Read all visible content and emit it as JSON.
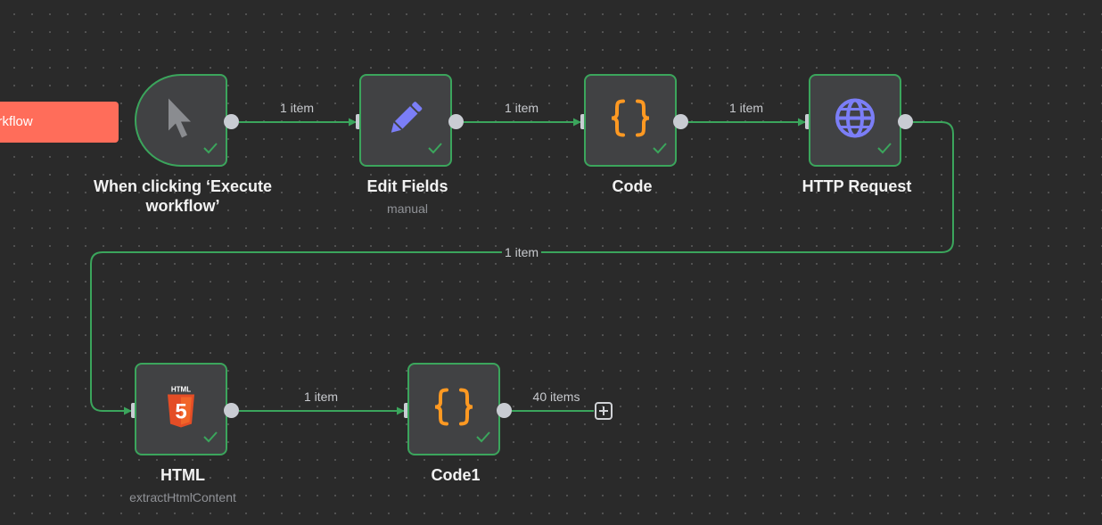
{
  "toolbar": {
    "execute_label": "Execute workflow"
  },
  "colors": {
    "canvas": "#2a2a2a",
    "node_fill": "#414244",
    "success_green": "#3ba55c",
    "execute_button": "#ff6d5a",
    "code_icon": "#ff9922",
    "edit_icon": "#7b7ef7",
    "http_icon": "#7b7ef7",
    "html_icon": "#e44d26"
  },
  "nodes": [
    {
      "id": "trigger",
      "title": "When clicking ‘Execute workflow’",
      "subtitle": "",
      "icon": "mouse-pointer-icon",
      "status": "success"
    },
    {
      "id": "edit-fields",
      "title": "Edit Fields",
      "subtitle": "manual",
      "icon": "pencil-icon",
      "status": "success"
    },
    {
      "id": "code",
      "title": "Code",
      "subtitle": "",
      "icon": "code-braces-icon",
      "status": "success"
    },
    {
      "id": "http-request",
      "title": "HTTP Request",
      "subtitle": "",
      "icon": "globe-icon",
      "status": "success"
    },
    {
      "id": "html",
      "title": "HTML",
      "subtitle": "extractHtmlContent",
      "icon": "html5-icon",
      "status": "success"
    },
    {
      "id": "code1",
      "title": "Code1",
      "subtitle": "",
      "icon": "code-braces-icon",
      "status": "success"
    }
  ],
  "connections": [
    {
      "from": "trigger",
      "to": "edit-fields",
      "label": "1 item"
    },
    {
      "from": "edit-fields",
      "to": "code",
      "label": "1 item"
    },
    {
      "from": "code",
      "to": "http-request",
      "label": "1 item"
    },
    {
      "from": "http-request",
      "to": "html",
      "label": "1 item"
    },
    {
      "from": "html",
      "to": "code1",
      "label": "1 item"
    },
    {
      "from": "code1",
      "to": "",
      "label": "40 items"
    }
  ],
  "html_logo_text": "HTML",
  "html_logo_number": "5"
}
